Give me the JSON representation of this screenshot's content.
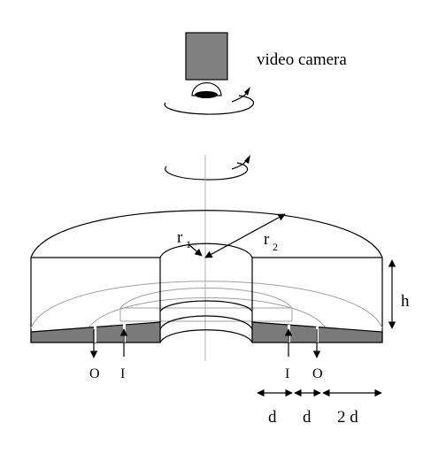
{
  "labels": {
    "camera": "video camera",
    "r1": "r",
    "r1_sub": "1",
    "r2": "r",
    "r2_sub": "2",
    "h": "h",
    "left_outlet": "O",
    "left_inlet": "I",
    "right_inlet": "I",
    "right_outlet": "O",
    "d_first": "d",
    "d_second": "d",
    "d_third": "2 d"
  },
  "colors": {
    "stroke": "#000000",
    "camera_body": "#808080",
    "bottom_fill": "#7a7a7a",
    "inner_lines": "#a0a0a0",
    "axis": "#b0b0b0"
  }
}
